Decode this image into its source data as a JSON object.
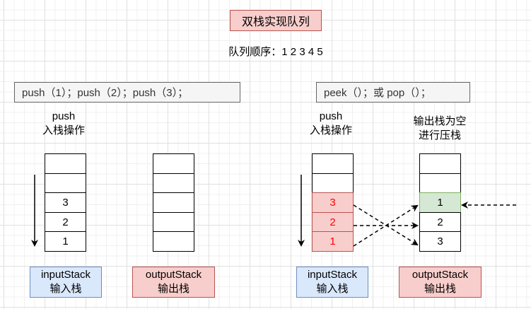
{
  "title": "双栈实现队列",
  "queue_order": "队列顺序：1 2 3 4 5",
  "left_panel": {
    "operation": "push（1）；push（2）；push（3）；",
    "push_caption": [
      "push",
      "入栈操作"
    ],
    "input_stack": {
      "cells": [
        "",
        "",
        "3",
        "2",
        "1"
      ]
    },
    "output_stack": {
      "cells": [
        "",
        "",
        "",
        "",
        ""
      ]
    },
    "input_label": [
      "inputStack",
      "输入栈"
    ],
    "output_label": [
      "outputStack",
      "输出栈"
    ]
  },
  "right_panel": {
    "operation": "peek（）；或 pop（）；",
    "push_caption": [
      "push",
      "入栈操作"
    ],
    "transfer_caption": [
      "输出栈为空",
      "进行压栈"
    ],
    "input_stack": {
      "cells": [
        "",
        "",
        "3",
        "2",
        "1"
      ],
      "highlighted": [
        2,
        3,
        4
      ]
    },
    "output_stack": {
      "cells": [
        "",
        "",
        "1",
        "2",
        "3"
      ],
      "highlighted": [
        2
      ]
    },
    "input_label": [
      "inputStack",
      "输入栈"
    ],
    "output_label": [
      "outputStack",
      "输出栈"
    ]
  },
  "colors": {
    "red_fill": "#f8cecc",
    "red_stroke": "#b85450",
    "blue_fill": "#dae8fc",
    "blue_stroke": "#6c8ebf",
    "green_fill": "#d5e8d4",
    "green_stroke": "#82b366",
    "gray_fill": "#f5f5f5",
    "gray_stroke": "#666666",
    "highlight_text": "#ff0000"
  }
}
